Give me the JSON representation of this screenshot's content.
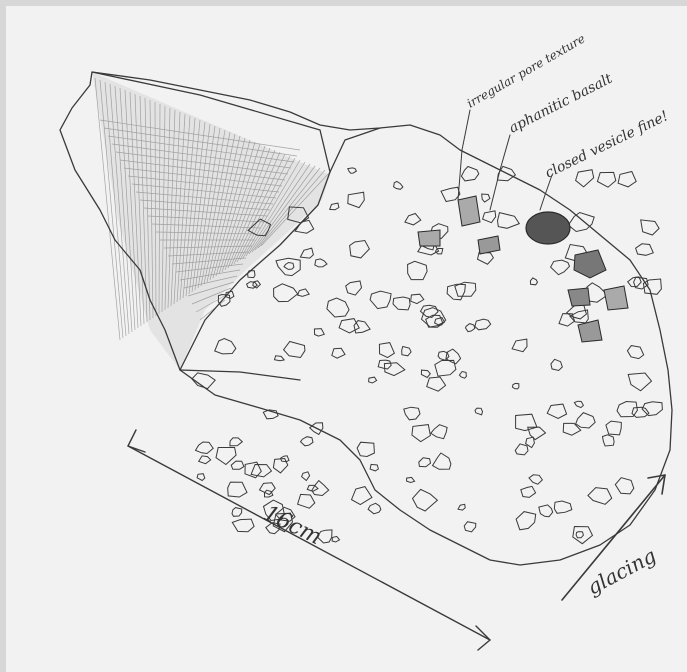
{
  "sketch": {
    "annotations": {
      "label_1": "irregular pore texture",
      "label_2": "aphanitic basalt",
      "label_3": "closed vesicle fine!"
    },
    "scale_label": "16cm",
    "direction_label": "glacing",
    "colors": {
      "paper": "#f2f2f2",
      "border": "#d7d7d7",
      "pencil": "#3a3a3a",
      "shading": "#8a8a8a"
    }
  }
}
